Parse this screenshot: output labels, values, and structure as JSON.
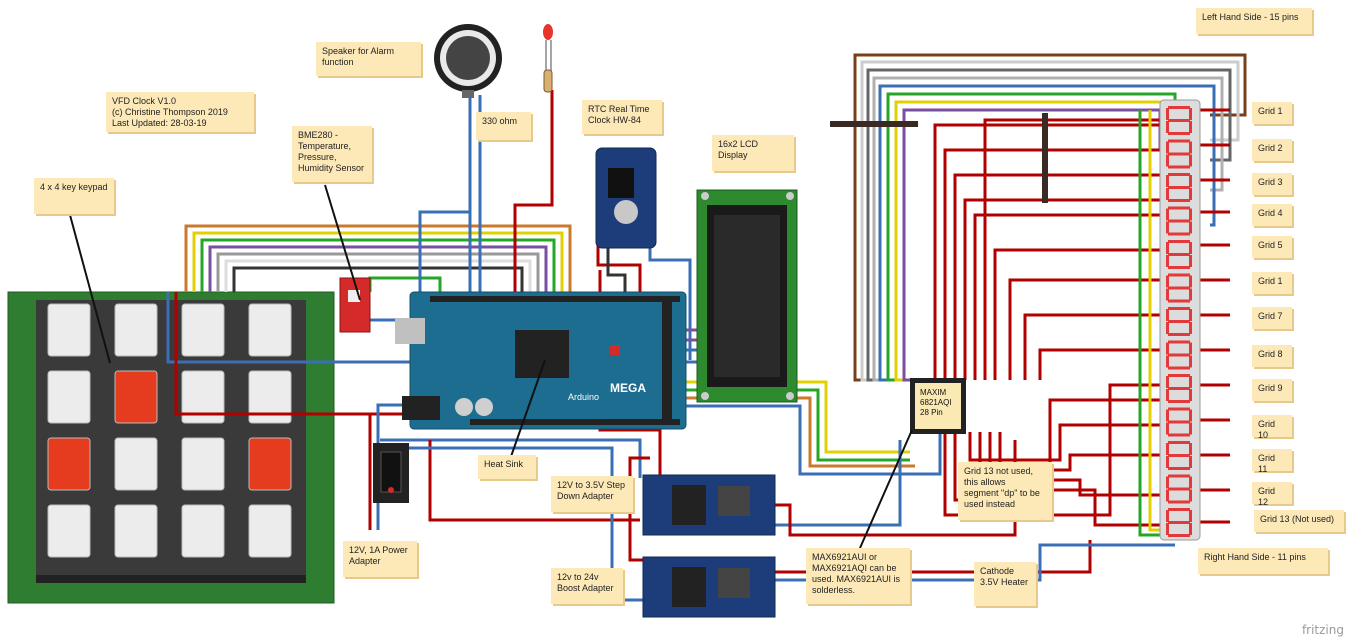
{
  "notes": {
    "title": "VFD Clock V1.0\n(c) Christine Thompson 2019\nLast Updated: 28-03-19",
    "keypad": "4 x 4 key keypad",
    "bme280": "BME280 -\nTemperature,\nPressure,\nHumidity Sensor",
    "speaker": "Speaker for Alarm\nfunction",
    "resistor": "330 ohm",
    "rtc": "RTC Real Time\nClock HW-84",
    "lcd": "16x2 LCD\nDisplay",
    "heatsink": "Heat Sink",
    "stepdown": "12V to 3.5V Step\nDown Adapter",
    "boost": "12v to 24v\nBoost Adapter",
    "power": "12V, 1A Power\nAdapter",
    "maxim_alt": "MAX6921AUI or\nMAX6921AQI can be\nused. MAX6921AUI is\nsolderless.",
    "cathode": "Cathode\n3.5V Heater",
    "grid13_note": "Grid 13 not used,\nthis allows\nsegment \"dp\" to be\nused instead",
    "left_side": "Left Hand Side - 15 pins",
    "right_side": "Right Hand Side - 11 pins"
  },
  "maxim_chip_label": "MAXIM\n6821AQI\n28 Pin",
  "arduino": {
    "mega_label": "MEGA",
    "brand": "Arduino"
  },
  "grid_labels": [
    "Grid 1",
    "Grid 2",
    "Grid 3",
    "Grid 4",
    "Grid 5",
    "Grid 1",
    "Grid 7",
    "Grid 8",
    "Grid 9",
    "Grid 10",
    "Grid 11",
    "Grid 12",
    "Grid 13 (Not used)"
  ],
  "keypad_keys": [
    "white",
    "white",
    "white",
    "white",
    "white",
    "red",
    "white",
    "white",
    "red",
    "white",
    "white",
    "red",
    "white",
    "white",
    "white",
    "white"
  ],
  "colors": {
    "wire_red": "#b00000",
    "wire_blue": "#3a6fb5",
    "wire_green": "#26a626",
    "wire_yellow": "#e2d000",
    "wire_purple": "#7a4fa0",
    "wire_brown": "#7a3f1a",
    "wire_orange": "#c9782c",
    "board_teal": "#1c6d8f",
    "note_bg": "#fde9b8"
  },
  "watermark": "fritzing"
}
